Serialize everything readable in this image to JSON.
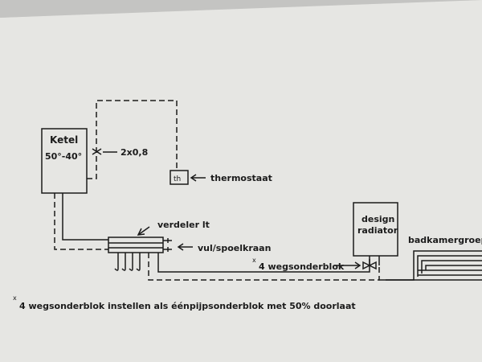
{
  "labels": {
    "ketel_title": "Ketel",
    "ketel_temp": "50°-40°",
    "wire": "2x0,8",
    "th_box": "th",
    "thermostaat": "thermostaat",
    "verdeler": "verdeler lt",
    "vulkraan": "vul/spoelkraan",
    "wegsonderblok": "4 wegsonderblok",
    "wegsonderblok_mark": "x",
    "design": "design",
    "radiator": "radiator",
    "badkamergroep": "badkamergroep",
    "footnote_mark": "x",
    "footnote": "4 wegsonderblok instellen als éénpijpsonderblok met 50% doorlaat"
  },
  "colors": {
    "ink": "#1b1b1b",
    "paper": "#e4e4e1"
  }
}
